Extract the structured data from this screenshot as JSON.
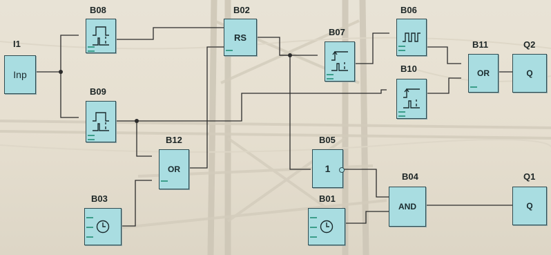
{
  "colors": {
    "block_fill": "#a9dde1",
    "wire": "#2b2b2b",
    "pin": "#3b9e8a"
  },
  "blocks": {
    "I1": {
      "label": "I1",
      "text": "Inp",
      "icon": "input-text"
    },
    "B08": {
      "label": "B08",
      "text": "",
      "icon": "pulse-relay-icon"
    },
    "B09": {
      "label": "B09",
      "text": "",
      "icon": "pulse-relay-icon"
    },
    "B02": {
      "label": "B02",
      "text": "RS",
      "icon": "rs-latch"
    },
    "B07": {
      "label": "B07",
      "text": "",
      "icon": "edge-pulse-icon"
    },
    "B06": {
      "label": "B06",
      "text": "",
      "icon": "pulse-generator-icon"
    },
    "B10": {
      "label": "B10",
      "text": "",
      "icon": "edge-pulse-icon"
    },
    "B11": {
      "label": "B11",
      "text": "OR",
      "icon": "or-gate"
    },
    "Q2": {
      "label": "Q2",
      "text": "Q",
      "icon": "output"
    },
    "B12": {
      "label": "B12",
      "text": "OR",
      "icon": "or-gate"
    },
    "B03": {
      "label": "B03",
      "text": "",
      "icon": "clock-icon"
    },
    "B05": {
      "label": "B05",
      "text": "1",
      "icon": "negation-gate"
    },
    "B04": {
      "label": "B04",
      "text": "AND",
      "icon": "and-gate"
    },
    "Q1": {
      "label": "Q1",
      "text": "Q",
      "icon": "output"
    },
    "B01": {
      "label": "B01",
      "text": "",
      "icon": "clock-icon"
    }
  }
}
